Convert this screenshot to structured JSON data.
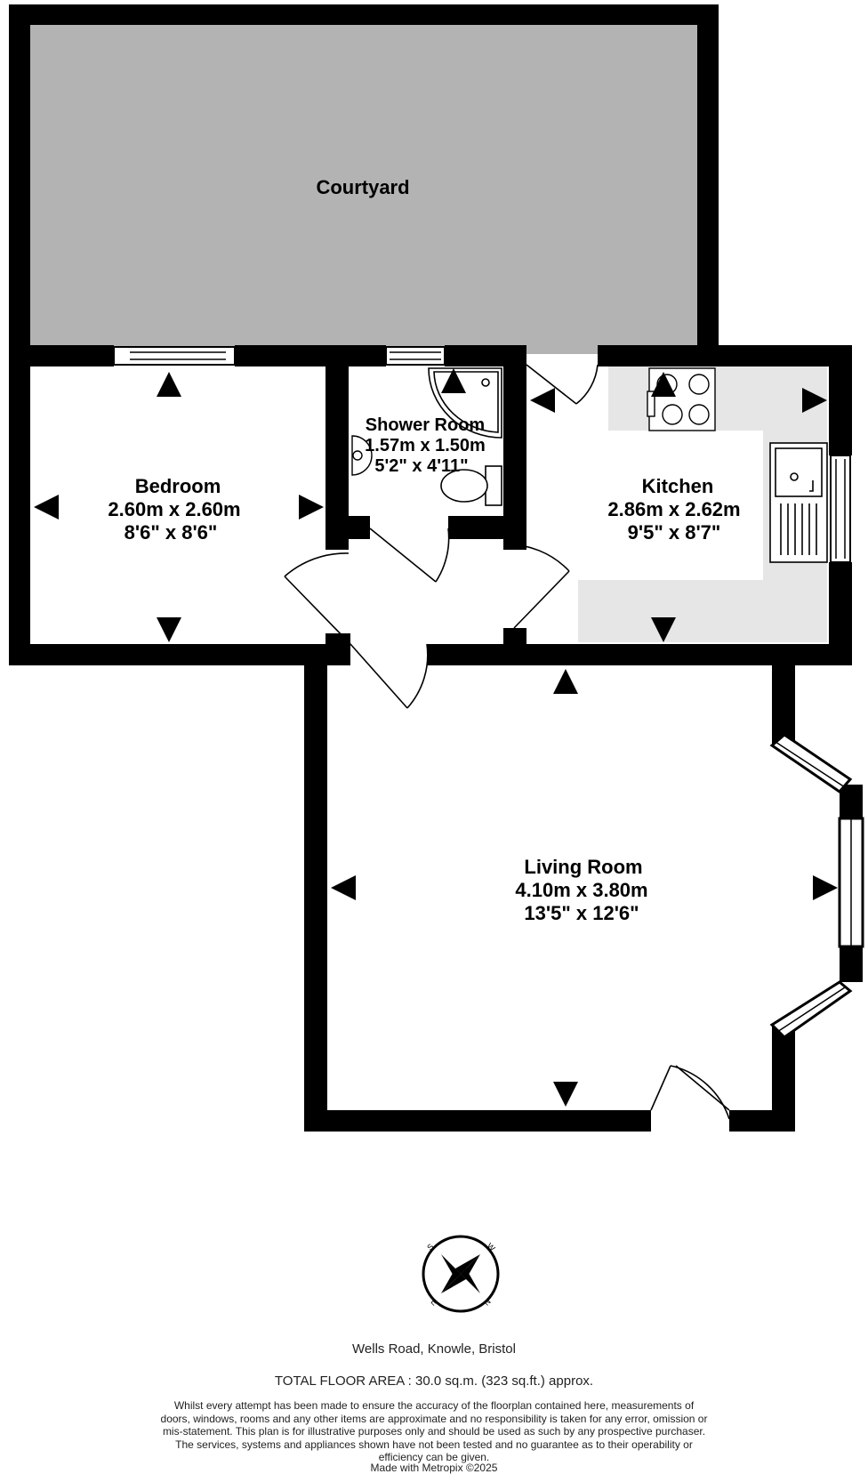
{
  "rooms": {
    "courtyard": {
      "name": "Courtyard"
    },
    "bedroom": {
      "name": "Bedroom",
      "metric": "2.60m  x 2.60m",
      "imperial": "8'6\"  x 8'6\""
    },
    "shower_room": {
      "name": "Shower Room",
      "metric": "1.57m  x 1.50m",
      "imperial": "5'2\"  x 4'11\""
    },
    "kitchen": {
      "name": "Kitchen",
      "metric": "2.86m  x 2.62m",
      "imperial": "9'5\"  x 8'7\""
    },
    "living_room": {
      "name": "Living Room",
      "metric": "4.10m  x 3.80m",
      "imperial": "13'5\"  x 12'6\""
    }
  },
  "compass": {
    "letters": [
      "S",
      "W",
      "N",
      "E"
    ]
  },
  "footer": {
    "address": "Wells Road, Knowle, Bristol",
    "total_area": "TOTAL FLOOR AREA : 30.0 sq.m. (323 sq.ft.) approx.",
    "disclaimer": "Whilst every attempt has been made to ensure the accuracy of the floorplan contained here, measurements of doors, windows, rooms and any other items are approximate and no responsibility is taken for any error, omission or mis-statement. This plan is for illustrative purposes only and should be used as such by any prospective purchaser. The services, systems and appliances shown have not been tested and no guarantee as to their operability or efficiency can be given.",
    "made_with": "Made with Metropix ©2025"
  },
  "colors": {
    "wall": "#000000",
    "courtyard_fill": "#b3b3b3",
    "kitchen_counter": "#e6e6e6",
    "background": "#ffffff"
  }
}
